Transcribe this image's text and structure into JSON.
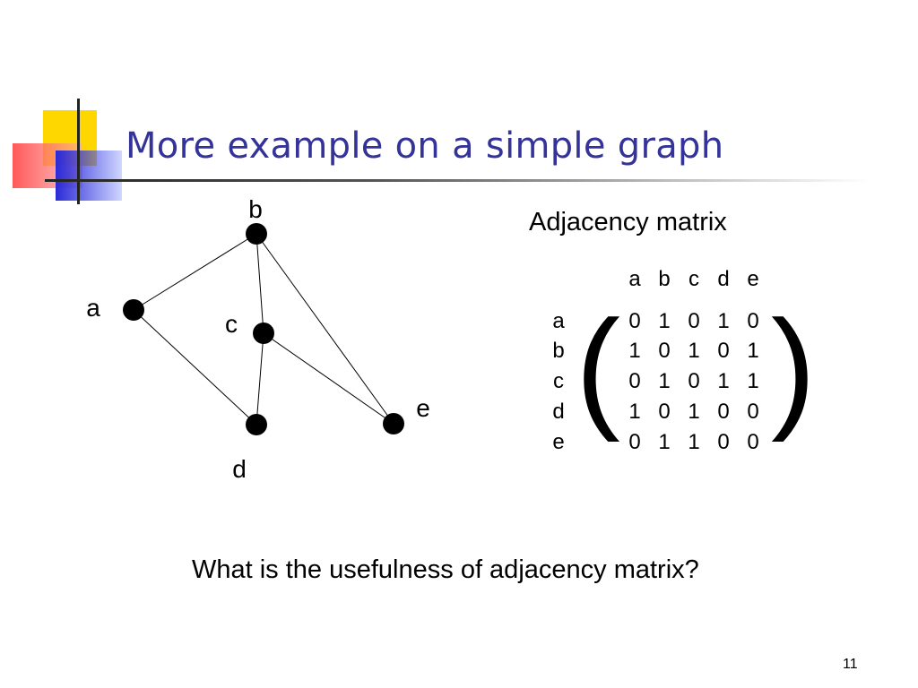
{
  "slide": {
    "title": "More example on a simple graph",
    "page_number": "11",
    "title_color": "#333399"
  },
  "graph": {
    "nodes": [
      {
        "id": "a",
        "label": "a"
      },
      {
        "id": "b",
        "label": "b"
      },
      {
        "id": "c",
        "label": "c"
      },
      {
        "id": "d",
        "label": "d"
      },
      {
        "id": "e",
        "label": "e"
      }
    ],
    "edges": [
      [
        "a",
        "b"
      ],
      [
        "a",
        "d"
      ],
      [
        "b",
        "c"
      ],
      [
        "b",
        "e"
      ],
      [
        "c",
        "d"
      ],
      [
        "c",
        "e"
      ]
    ]
  },
  "adjacency": {
    "title": "Adjacency matrix",
    "col_headers": [
      "a",
      "b",
      "c",
      "d",
      "e"
    ],
    "row_headers": [
      "a",
      "b",
      "c",
      "d",
      "e"
    ],
    "rows": [
      [
        "0",
        "1",
        "0",
        "1",
        "0"
      ],
      [
        "1",
        "0",
        "1",
        "0",
        "1"
      ],
      [
        "0",
        "1",
        "0",
        "1",
        "1"
      ],
      [
        "1",
        "0",
        "1",
        "0",
        "0"
      ],
      [
        "0",
        "1",
        "1",
        "0",
        "0"
      ]
    ],
    "left_paren": "(",
    "right_paren": ")"
  },
  "question": "What is the usefulness of adjacency matrix?"
}
